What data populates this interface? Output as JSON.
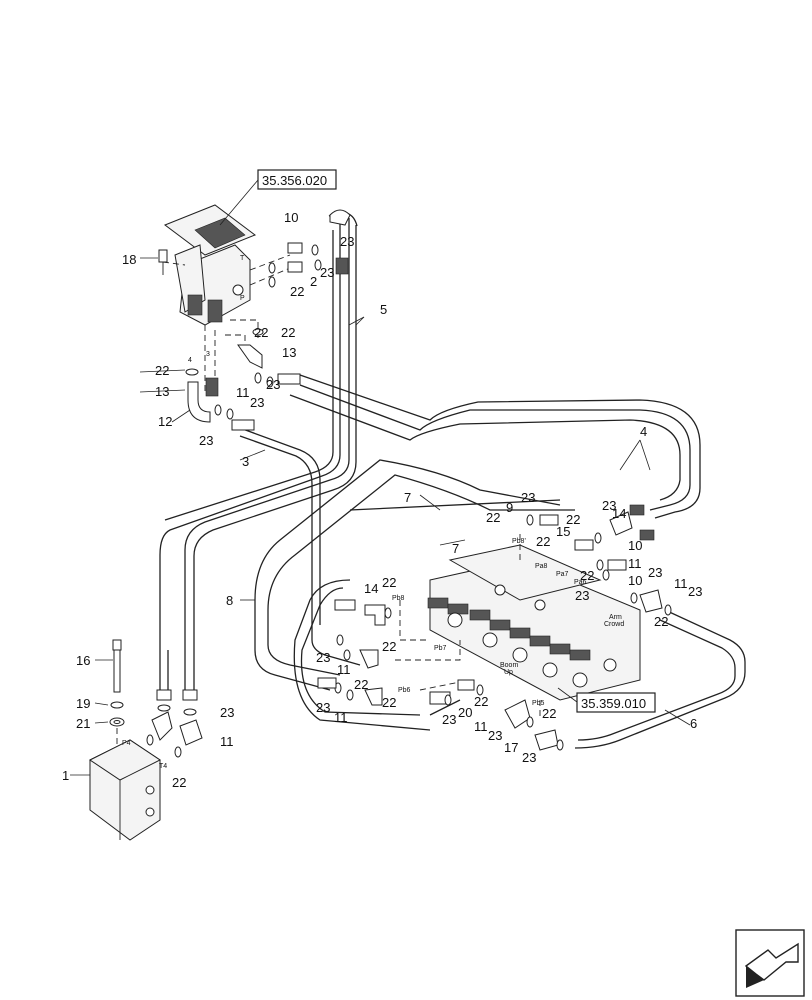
{
  "references": {
    "pilot_valve": "35.356.020",
    "control_valve": "35.359.010"
  },
  "callouts": [
    {
      "id": "c1",
      "text": "1"
    },
    {
      "id": "c2",
      "text": "2"
    },
    {
      "id": "c3",
      "text": "3"
    },
    {
      "id": "c4",
      "text": "4"
    },
    {
      "id": "c5",
      "text": "5"
    },
    {
      "id": "c6",
      "text": "6"
    },
    {
      "id": "c7a",
      "text": "7"
    },
    {
      "id": "c7b",
      "text": "7"
    },
    {
      "id": "c8",
      "text": "8"
    },
    {
      "id": "c9",
      "text": "9"
    },
    {
      "id": "c10a",
      "text": "10"
    },
    {
      "id": "c10b",
      "text": "10"
    },
    {
      "id": "c10c",
      "text": "10"
    },
    {
      "id": "c11a",
      "text": "11"
    },
    {
      "id": "c11b",
      "text": "11"
    },
    {
      "id": "c11c",
      "text": "11"
    },
    {
      "id": "c11d",
      "text": "11"
    },
    {
      "id": "c11e",
      "text": "11"
    },
    {
      "id": "c11f",
      "text": "11"
    },
    {
      "id": "c11g",
      "text": "11"
    },
    {
      "id": "c12",
      "text": "12"
    },
    {
      "id": "c13a",
      "text": "13"
    },
    {
      "id": "c13b",
      "text": "13"
    },
    {
      "id": "c14a",
      "text": "14"
    },
    {
      "id": "c14b",
      "text": "14"
    },
    {
      "id": "c15",
      "text": "15"
    },
    {
      "id": "c16",
      "text": "16"
    },
    {
      "id": "c17",
      "text": "17"
    },
    {
      "id": "c18",
      "text": "18"
    },
    {
      "id": "c19",
      "text": "19"
    },
    {
      "id": "c20",
      "text": "20"
    },
    {
      "id": "c21",
      "text": "21"
    },
    {
      "id": "c22a",
      "text": "22"
    },
    {
      "id": "c22b",
      "text": "22"
    },
    {
      "id": "c22c",
      "text": "22"
    },
    {
      "id": "c22d",
      "text": "22"
    },
    {
      "id": "c22e",
      "text": "22"
    },
    {
      "id": "c22f",
      "text": "22"
    },
    {
      "id": "c22g",
      "text": "22"
    },
    {
      "id": "c22h",
      "text": "22"
    },
    {
      "id": "c22i",
      "text": "22"
    },
    {
      "id": "c22j",
      "text": "22"
    },
    {
      "id": "c22k",
      "text": "22"
    },
    {
      "id": "c22l",
      "text": "22"
    },
    {
      "id": "c22m",
      "text": "22"
    },
    {
      "id": "c22n",
      "text": "22"
    },
    {
      "id": "c22o",
      "text": "22"
    },
    {
      "id": "c22p",
      "text": "22"
    },
    {
      "id": "c23a",
      "text": "23"
    },
    {
      "id": "c23b",
      "text": "23"
    },
    {
      "id": "c23c",
      "text": "23"
    },
    {
      "id": "c23d",
      "text": "23"
    },
    {
      "id": "c23e",
      "text": "23"
    },
    {
      "id": "c23f",
      "text": "23"
    },
    {
      "id": "c23g",
      "text": "23"
    },
    {
      "id": "c23h",
      "text": "23"
    },
    {
      "id": "c23i",
      "text": "23"
    },
    {
      "id": "c23j",
      "text": "23"
    },
    {
      "id": "c23k",
      "text": "23"
    },
    {
      "id": "c23l",
      "text": "23"
    },
    {
      "id": "c23m",
      "text": "23"
    },
    {
      "id": "c23n",
      "text": "23"
    },
    {
      "id": "c23o",
      "text": "23"
    },
    {
      "id": "c23p",
      "text": "23"
    }
  ],
  "port_labels": {
    "pb8p": "Pb8'",
    "pa8": "Pa8",
    "pa7": "Pa7",
    "pa6": "Pa6",
    "pb8": "Pb8",
    "pb7": "Pb7",
    "pb6": "Pb6",
    "pb5": "Pb5",
    "p4": "P4",
    "t4": "T4",
    "p4_top": "4",
    "p3_top": "3",
    "t": "T",
    "p": "P"
  },
  "annotations": {
    "arm_crowd_1": "Arm",
    "arm_crowd_2": "Crowd",
    "boom_up_1": "Boom",
    "boom_up_2": "Up"
  },
  "nav_icon": "next-page-arrow-icon"
}
